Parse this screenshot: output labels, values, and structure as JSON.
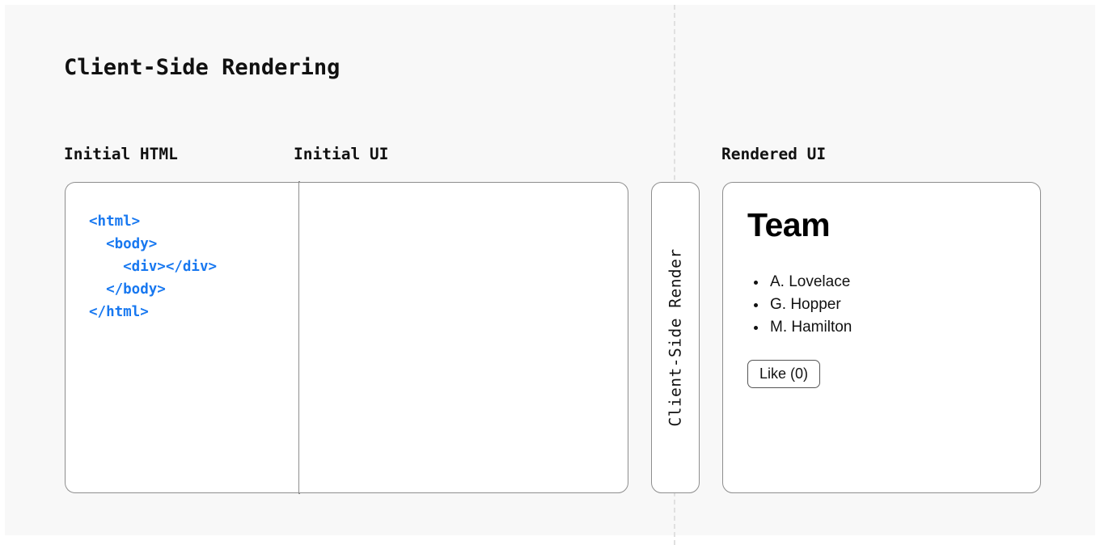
{
  "diagram": {
    "title": "Client-Side Rendering",
    "divider_style": "dashed"
  },
  "colors": {
    "page_background": "#ffffff",
    "canvas_background": "#f8f8f8",
    "panel_border": "#8e8e8e",
    "panel_background": "#ffffff",
    "code_blue": "#1878f0",
    "text": "#111111",
    "divider": "#e0e0e0"
  },
  "columns": {
    "initial_html_label": "Initial HTML",
    "initial_ui_label": "Initial UI",
    "rendered_ui_label": "Rendered UI"
  },
  "initial_html_panel": {
    "code": "<html>\n  <body>\n    <div></div>\n  </body>\n</html>"
  },
  "initial_ui_panel": {
    "content": ""
  },
  "render_step": {
    "label": "Client-Side Render",
    "orientation": "vertical-bottom-to-top"
  },
  "rendered_ui_panel": {
    "heading": "Team",
    "list": [
      "A. Lovelace",
      "G. Hopper",
      "M. Hamilton"
    ],
    "button_label": "Like (0)"
  }
}
